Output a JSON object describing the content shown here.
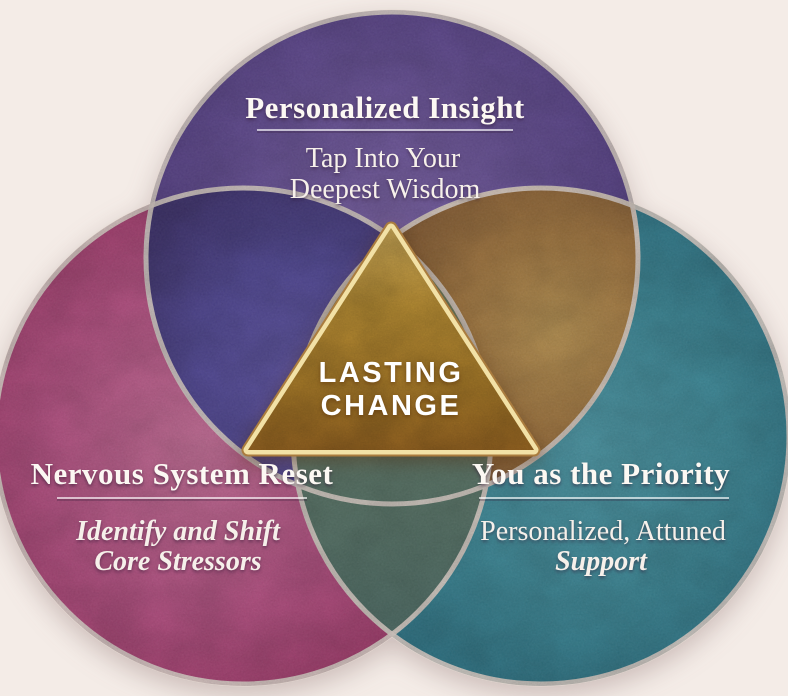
{
  "diagram": {
    "type": "venn",
    "background_color": "#f4ece7",
    "ring_color": "#e6dad2",
    "circles": [
      {
        "id": "insight",
        "title": "Personalized Insight",
        "subtitle_line1": "Tap Into Your",
        "subtitle_line2": "Deepest Wisdom",
        "color": "#5f4792",
        "position": "top"
      },
      {
        "id": "nervous-system",
        "title": "Nervous System Reset",
        "subtitle_line1": "Identify and Shift",
        "subtitle_line2": "Core Stressors",
        "color": "#b04578",
        "position": "bottom-left"
      },
      {
        "id": "priority",
        "title": "You as the Priority",
        "subtitle_line1": "Personalized, Attuned",
        "subtitle_line2": "Support",
        "color": "#35838f",
        "position": "bottom-right"
      }
    ],
    "overlaps": {
      "insight_nervous_color": "#53489a",
      "insight_priority_color": "#aa7c42",
      "nervous_priority_color": "#637f6d"
    },
    "center": {
      "shape": "triangle",
      "label_line1": "LASTING",
      "label_line2": "CHANGE",
      "fill_color": "#bc8a2f",
      "border_color": "#f2e1a6",
      "text_color": "#ffffff"
    }
  }
}
